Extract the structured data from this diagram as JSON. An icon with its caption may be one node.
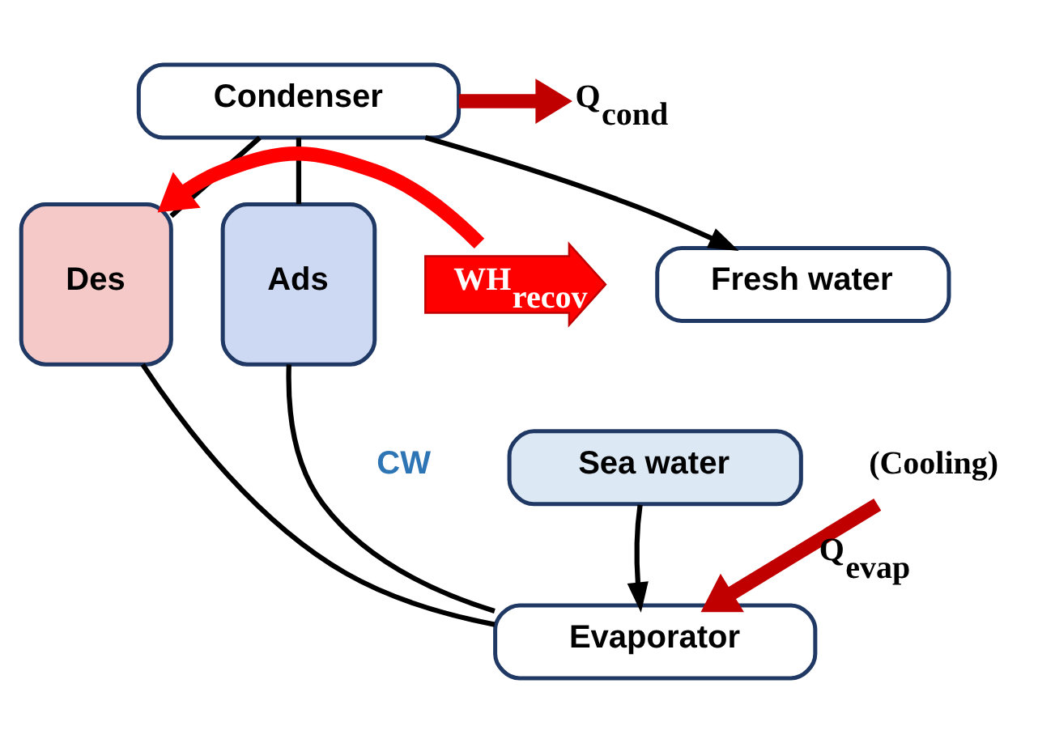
{
  "diagram": {
    "nodes": [
      {
        "text": [
          "Condenser"
        ]
      },
      {
        "text": [
          "Des"
        ]
      },
      {
        "text": [
          "Ads"
        ]
      },
      {
        "text": [
          "Fresh water"
        ]
      },
      {
        "text": [
          "Sea water"
        ]
      },
      {
        "text": [
          "Evaporator"
        ]
      },
      {
        "text": [
          "Q$_{cond}$"
        ]
      },
      {
        "text": [
          "WH$_{recov}$"
        ]
      },
      {
        "text": [
          "(Cooling)"
        ]
      }
    ],
    "edges": [
      {
        "from": 0,
        "to": 6,
        "arrow": "to",
        "style": "thick",
        "color": "#c00000"
      },
      {
        "from": 0,
        "to": 1,
        "arrow": "none"
      },
      {
        "from": 0,
        "to": 2,
        "arrow": "none"
      },
      {
        "from": 0,
        "to": 3,
        "arrow": "to"
      },
      {
        "from": 7,
        "to": 1,
        "arrow": "to",
        "style": "thick",
        "color": "#ff0000"
      },
      {
        "from": 1,
        "to": 5,
        "arrow": "none"
      },
      {
        "from": 2,
        "to": 5,
        "arrow": "none"
      },
      {
        "from": 4,
        "to": 5,
        "arrow": "to"
      },
      {
        "from": 8,
        "to": 5,
        "label": "Q$_{evap}$",
        "arrow": "to",
        "style": "thick",
        "color": "#c00000"
      }
    ],
    "labels": [
      "CW"
    ]
  }
}
